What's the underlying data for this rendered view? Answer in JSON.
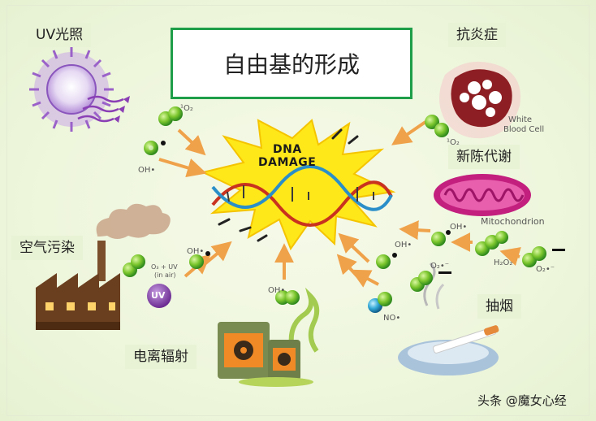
{
  "title": "自由基的形成",
  "sources": {
    "uv_light": "UV光照",
    "anti_inflammation": "抗炎症",
    "metabolism": "新陈代谢",
    "air_pollution": "空气污染",
    "smoking": "抽烟",
    "ionizing_radiation": "电离辐射"
  },
  "center": {
    "line1": "DNA",
    "line2": "DAMAGE"
  },
  "illustration_labels": {
    "white_blood_cell_1": "White",
    "white_blood_cell_2": "Blood Cell",
    "mitochondrion": "Mitochondrion",
    "uv_badge": "UV",
    "ozone_uv_1": "O₃ + UV",
    "ozone_uv_2": "(in air)"
  },
  "molecule_labels": {
    "oh": "OH•",
    "singlet_o2": "¹O₂",
    "superoxide": "O₂•⁻",
    "h2o2": "H₂O₂",
    "no": "NO•"
  },
  "watermark": "头条 @魔女心经",
  "colors": {
    "accent_green": "#1f9e4a",
    "label_bg": "#e8f2d4",
    "arrow": "#f0a24a",
    "burst": "#ffe81a"
  }
}
